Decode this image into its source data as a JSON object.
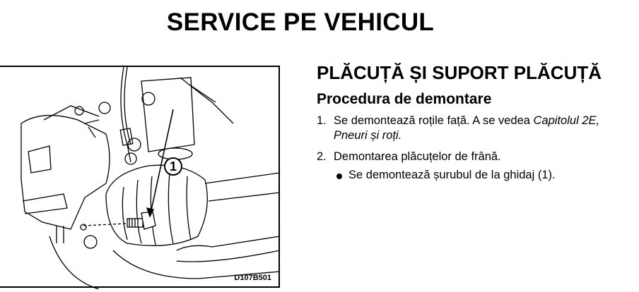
{
  "header": {
    "title": "SERVICE PE VEHICUL"
  },
  "figure": {
    "code": "D107B501",
    "callout": "1"
  },
  "section": {
    "title": "PLĂCUȚĂ ȘI SUPORT PLĂCUȚĂ",
    "subtitle": "Procedura de demontare",
    "steps": [
      {
        "number": "1.",
        "text": "Se demontează roțile față. A se vedea ",
        "ref_line1": "Capitolul 2E,",
        "ref_line2": "Pneuri și roți."
      },
      {
        "number": "2.",
        "text": "Demontarea plăcuțelor de frână.",
        "bullets": [
          "Se demontează șurubul de la ghidaj (1)."
        ]
      }
    ]
  }
}
